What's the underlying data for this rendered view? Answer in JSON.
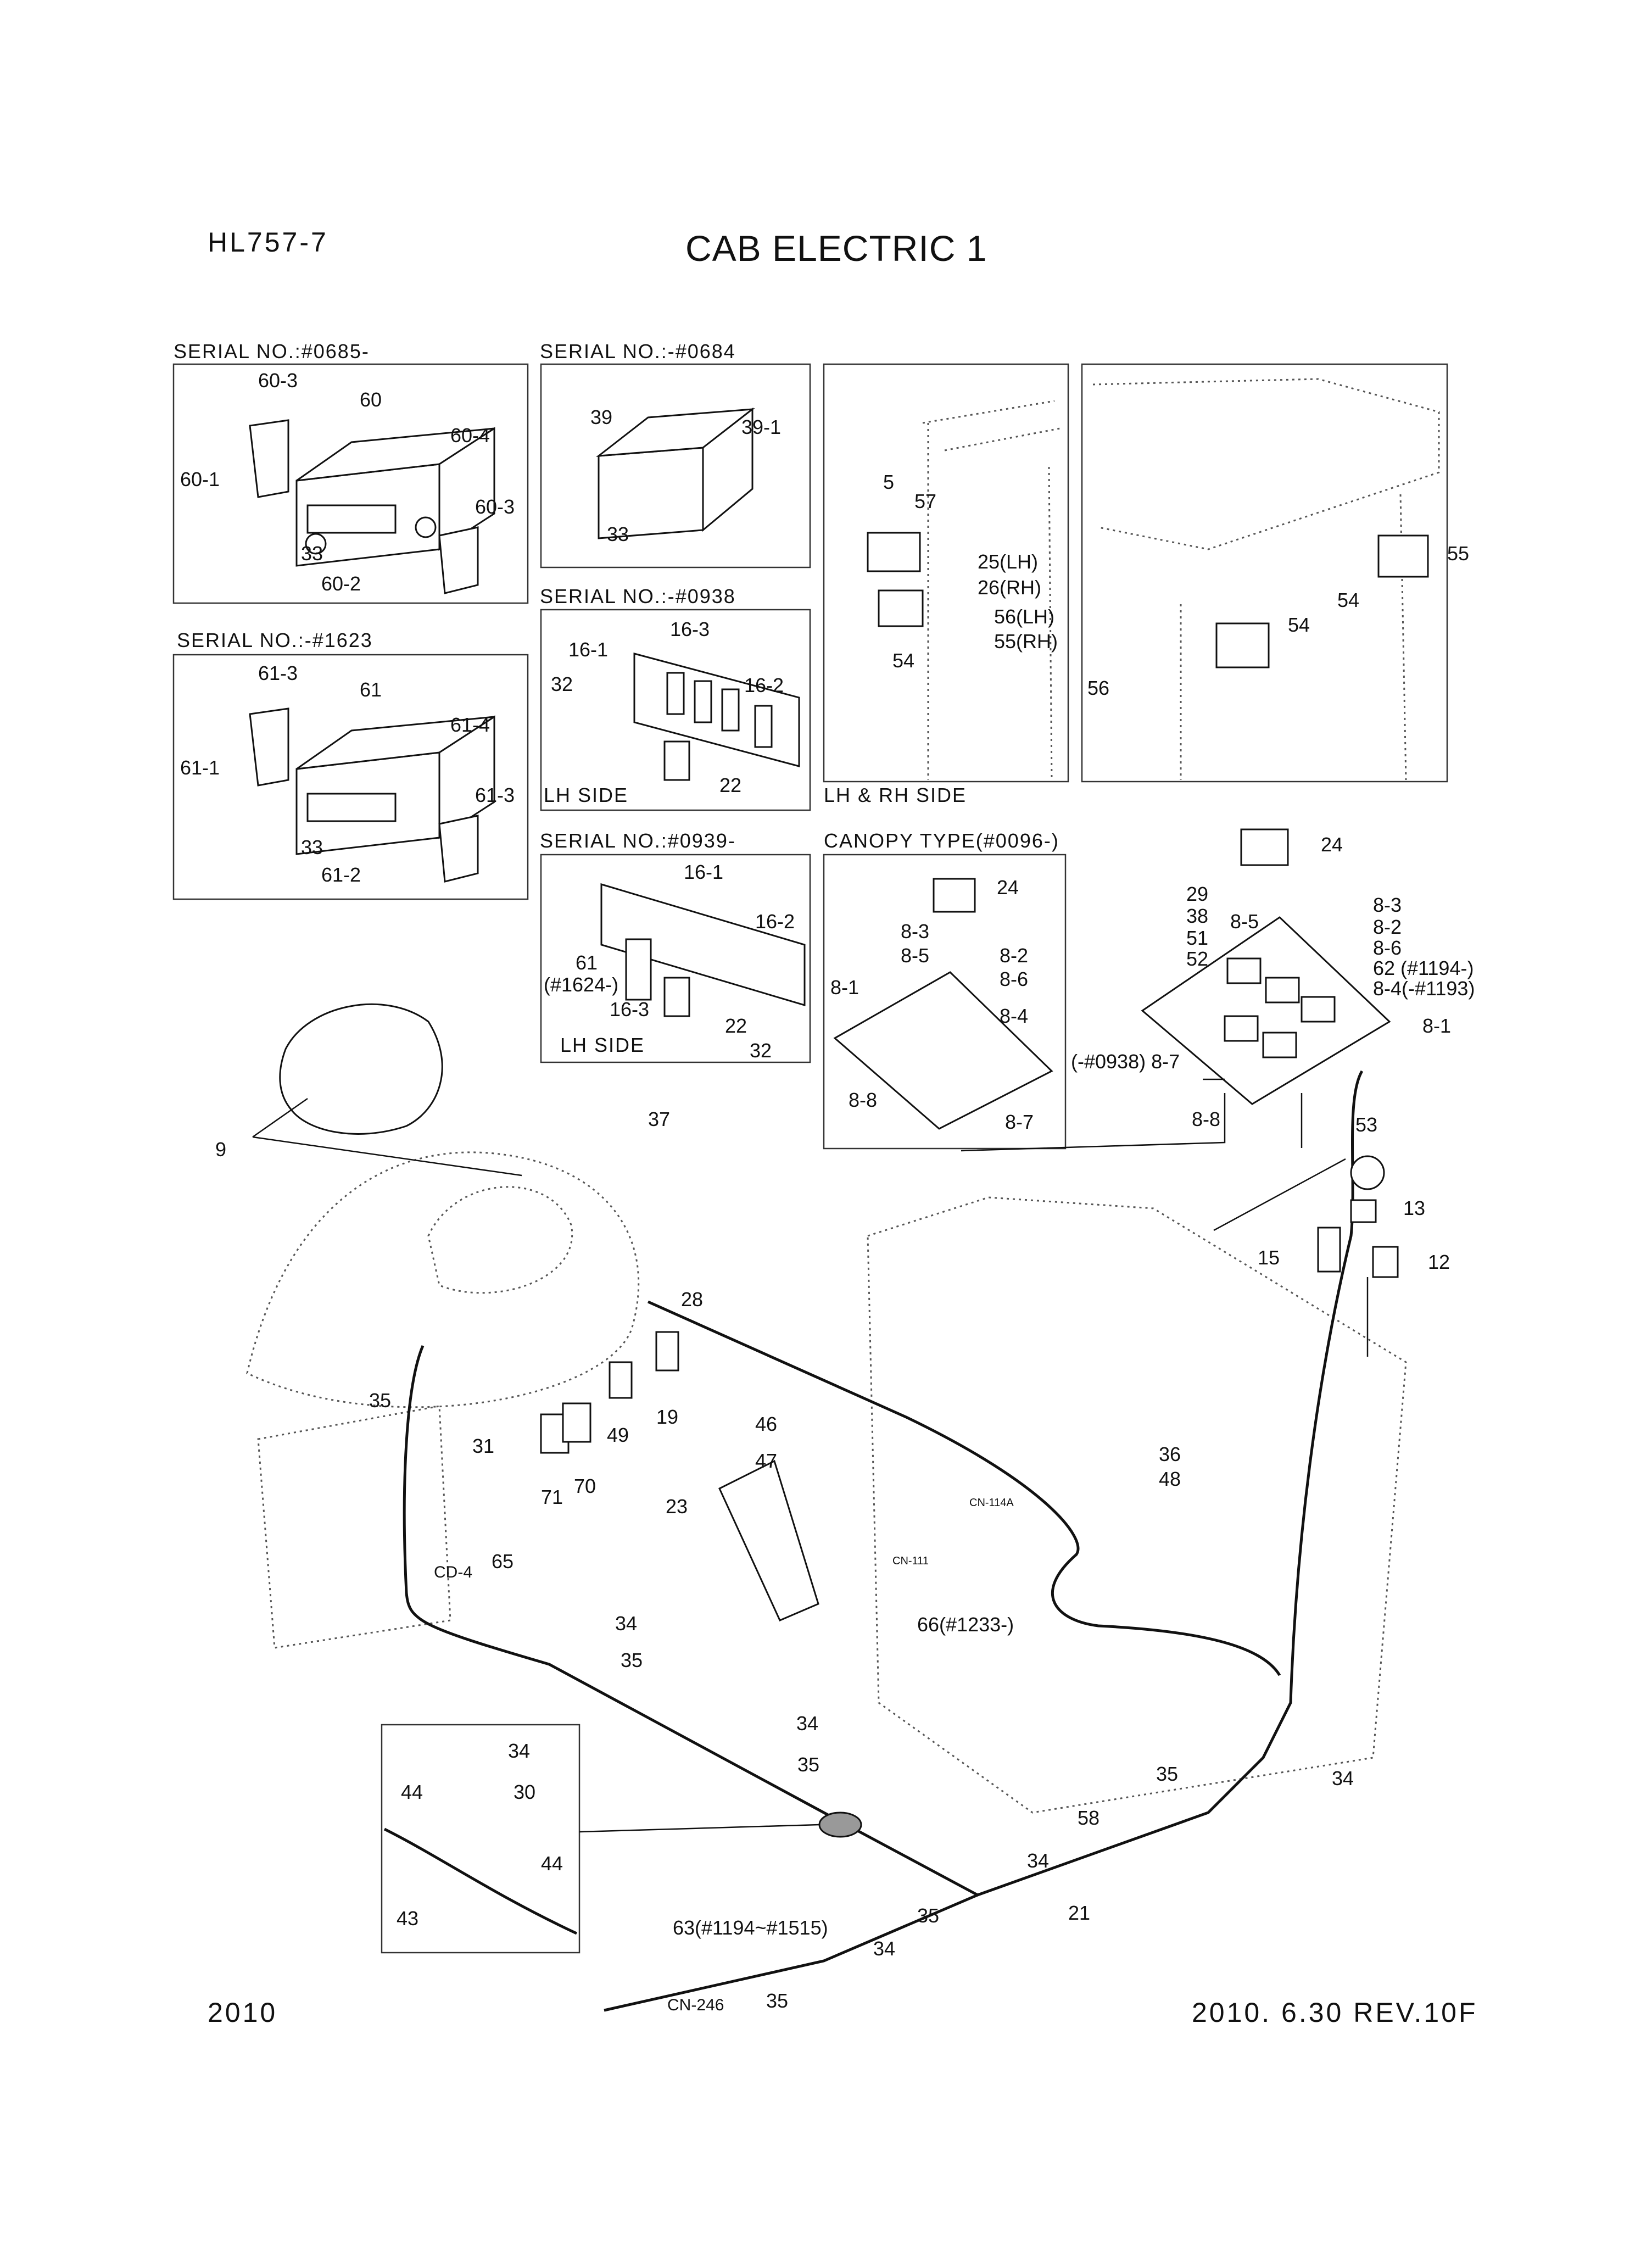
{
  "header": {
    "model": "HL757-7",
    "title": "CAB ELECTRIC 1"
  },
  "footer": {
    "year": "2010",
    "revision": "2010. 6.30  REV.10F"
  },
  "panels": {
    "p1": {
      "caption": "SERIAL NO.:#0685-",
      "labels": [
        "60-3",
        "60",
        "60-4",
        "60-1",
        "60-3",
        "33",
        "60-2"
      ]
    },
    "p2": {
      "caption": "SERIAL NO.:-#0684",
      "labels": [
        "39",
        "39-1",
        "33"
      ]
    },
    "p3": {
      "caption": "SERIAL NO.:-#1623",
      "labels": [
        "61-3",
        "61",
        "61-4",
        "61-1",
        "61-3",
        "33",
        "61-2"
      ]
    },
    "p4": {
      "caption": "SERIAL NO.:-#0938",
      "side": "LH SIDE",
      "labels": [
        "16-3",
        "16-1",
        "16-2",
        "32",
        "22"
      ]
    },
    "p5": {
      "caption": "SERIAL NO.:#0939-",
      "side": "LH SIDE",
      "labels": [
        "16-1",
        "16-2",
        "61",
        "(#1624-)",
        "16-3",
        "22",
        "32"
      ]
    },
    "p6": {
      "caption": "CANOPY TYPE(#0096-)",
      "labels": [
        "24",
        "8-3",
        "8-2",
        "8-5",
        "8-6",
        "8-1",
        "8-4",
        "8-8",
        "8-7"
      ]
    },
    "p7": {
      "caption": "LH & RH SIDE",
      "labels": [
        "5",
        "57",
        "25(LH)",
        "26(RH)",
        "56(LH)",
        "55(RH)",
        "54",
        "55",
        "54",
        "54",
        "56"
      ]
    }
  },
  "main_labels": {
    "right_switch": [
      "24",
      "29",
      "38",
      "51",
      "52",
      "8-5",
      "8-3",
      "8-2",
      "8-6",
      "62 (#1194-)",
      "8-4(-#1193)",
      "8-1",
      "(-#0938) 8-7",
      "8-8"
    ],
    "components": [
      "53",
      "13",
      "15",
      "12",
      "36",
      "48",
      "9",
      "37",
      "28",
      "35",
      "31",
      "19",
      "49",
      "46",
      "47",
      "71",
      "70",
      "23",
      "65",
      "CD-4",
      "CN-114A",
      "CN-111",
      "66(#1233-)",
      "34",
      "35",
      "34",
      "35",
      "35",
      "34",
      "58",
      "34",
      "21",
      "35",
      "34",
      "63(#1194~#1515)",
      "CN-246",
      "35"
    ],
    "detail": [
      "34",
      "44",
      "30",
      "44",
      "43"
    ]
  }
}
